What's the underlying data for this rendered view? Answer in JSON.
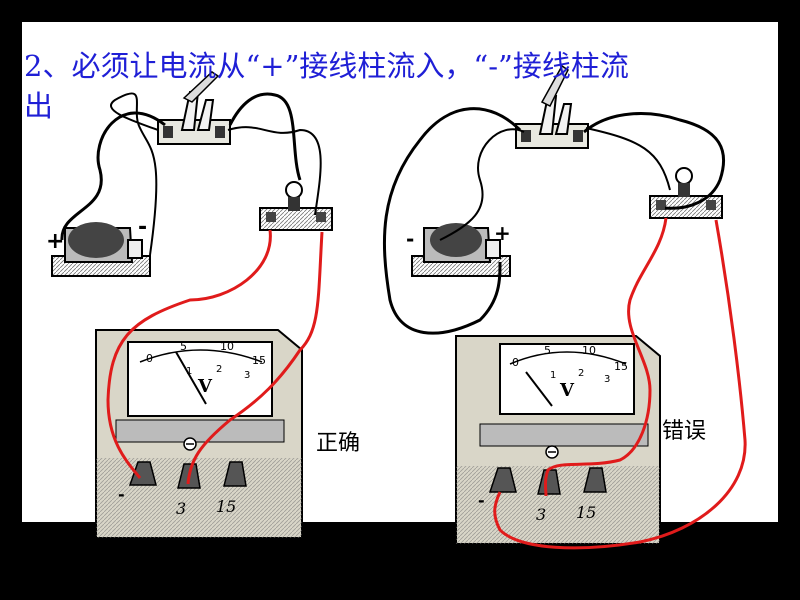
{
  "title": {
    "line1": "2、必须让电流从“+”接线柱流入，“-”接线柱流",
    "line2": "出"
  },
  "left_circuit": {
    "battery_plus": "+",
    "battery_minus": "-",
    "meter_symbol": "V",
    "scale_upper": [
      "0",
      "5",
      "10",
      "15"
    ],
    "scale_lower": [
      "1",
      "2",
      "3"
    ],
    "terminal_neg": "-",
    "terminal_3": "3",
    "terminal_15": "15",
    "status": "正确"
  },
  "right_circuit": {
    "battery_plus": "+",
    "battery_minus": "-",
    "meter_symbol": "V",
    "scale_upper": [
      "0",
      "5",
      "10",
      "15"
    ],
    "scale_lower": [
      "1",
      "2",
      "3"
    ],
    "terminal_neg": "-",
    "terminal_3": "3",
    "terminal_15": "15",
    "status": "错误"
  },
  "colors": {
    "title": "#1f1fd6",
    "wire_black": "#000000",
    "wire_red": "#e01b1b",
    "meter_body": "#d9d6c8",
    "background": "#ffffff"
  }
}
